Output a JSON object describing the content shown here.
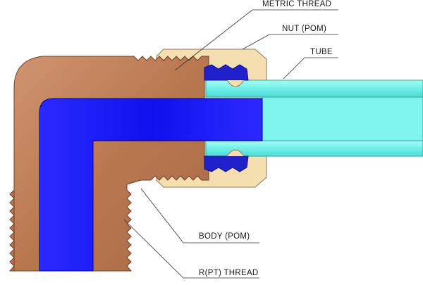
{
  "labels": {
    "metric_thread": "METRIC THREAD",
    "nut": "NUT (POM)",
    "tube": "TUBE",
    "body": "BODY (POM)",
    "rpt_thread": "R(PT) THREAD"
  },
  "colors": {
    "body": "#c0805a",
    "body_dark": "#7a4a30",
    "nut": "#f5deb0",
    "tube": "#7ff5ee",
    "bore": "#1a1aff",
    "seal": "#2020cc",
    "leader": "#333333",
    "background": "#ffffff"
  }
}
